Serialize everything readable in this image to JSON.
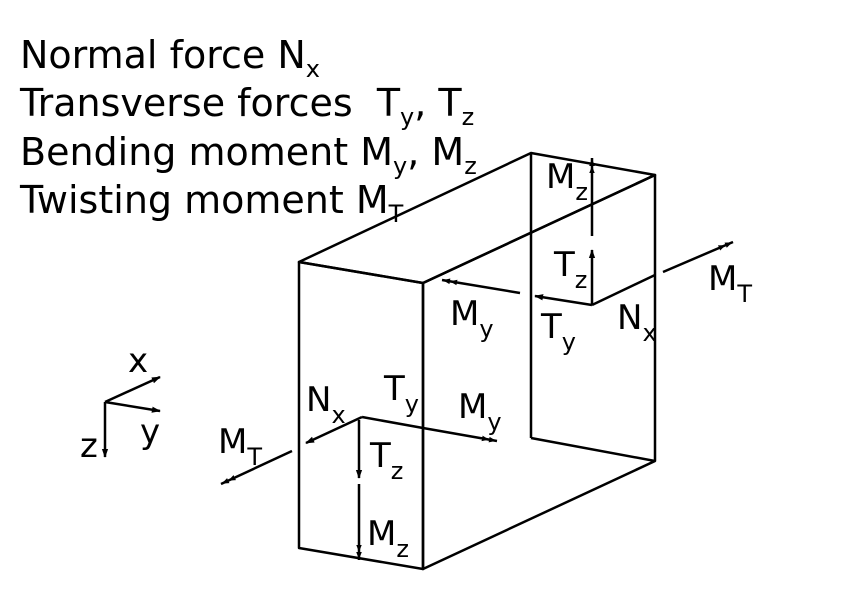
{
  "legend": {
    "normal": {
      "text": "Normal force ",
      "sym": "N",
      "sub": "x"
    },
    "transverse": {
      "text": "Transverse forces  ",
      "sym1": "T",
      "sub1": "y",
      "sep": ", ",
      "sym2": "T",
      "sub2": "z"
    },
    "bending": {
      "text": "Bending moment ",
      "sym1": "M",
      "sub1": "y",
      "sep": ", ",
      "sym2": "M",
      "sub2": "z"
    },
    "twisting": {
      "text": "Twisting moment ",
      "sym": "M",
      "sub": "T"
    }
  },
  "axes": {
    "x": "x",
    "y": "y",
    "z": "z"
  },
  "front_face": {
    "Nx": {
      "sym": "N",
      "sub": "x"
    },
    "Ty": {
      "sym": "T",
      "sub": "y"
    },
    "My": {
      "sym": "M",
      "sub": "y"
    },
    "MT": {
      "sym": "M",
      "sub": "T"
    },
    "Tz": {
      "sym": "T",
      "sub": "z"
    },
    "Mz": {
      "sym": "M",
      "sub": "z"
    }
  },
  "back_face": {
    "Mz": {
      "sym": "M",
      "sub": "z"
    },
    "Tz": {
      "sym": "T",
      "sub": "z"
    },
    "My": {
      "sym": "M",
      "sub": "y"
    },
    "Ty": {
      "sym": "T",
      "sub": "y"
    },
    "Nx": {
      "sym": "N",
      "sub": "x"
    },
    "MT": {
      "sym": "M",
      "sub": "T"
    }
  },
  "colors": {
    "line": "#000000",
    "background": "#ffffff"
  }
}
